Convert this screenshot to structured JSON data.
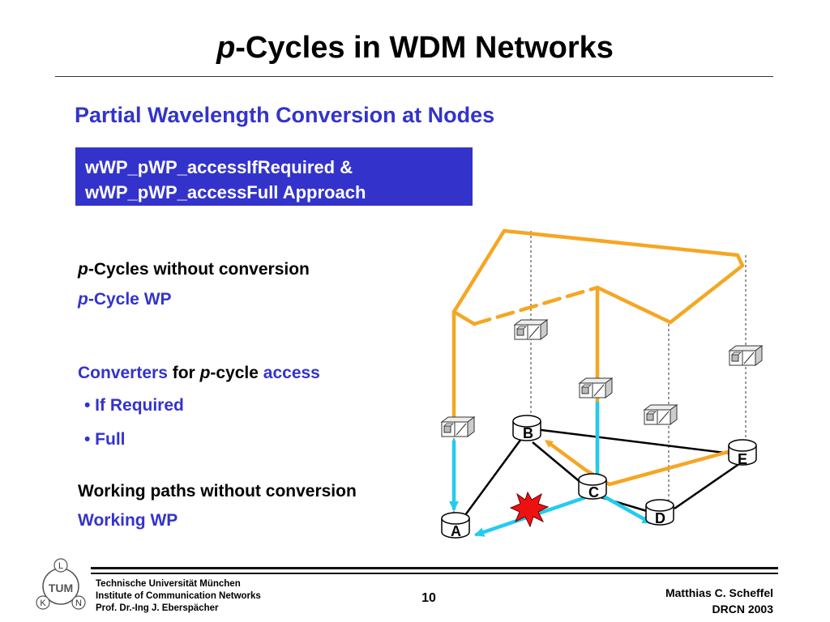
{
  "slide": {
    "title_italic": "p",
    "title_rest": "-Cycles in WDM Networks",
    "subtitle": "Partial Wavelength Conversion at Nodes",
    "box_line1": "wWP_pWP_accessIfRequired &",
    "box_line2": "wWP_pWP_accessFull Approach"
  },
  "left_text": {
    "line1_italic": "p",
    "line1_rest": "-Cycles without conversion",
    "line2_italic": "p",
    "line2_rest": "-Cycle WP",
    "line3_a": "Converters",
    "line3_b": " for ",
    "line3_c": "p",
    "line3_d": "-cycle ",
    "line3_e": "access",
    "bullet1": "• If Required",
    "bullet2": "• Full",
    "line4": "Working paths without conversion",
    "line5": "Working WP"
  },
  "diagram": {
    "nodes": [
      {
        "id": "A",
        "label": "A"
      },
      {
        "id": "B",
        "label": "B"
      },
      {
        "id": "C",
        "label": "C"
      },
      {
        "id": "D",
        "label": "D"
      },
      {
        "id": "E",
        "label": "E"
      }
    ],
    "colors": {
      "pcycle": "#f5a623",
      "working": "#22ccee",
      "link": "#000000",
      "failure": "#ee1111"
    }
  },
  "footer": {
    "logo_letters": [
      "L",
      "K",
      "N"
    ],
    "logo_mark": "TUM",
    "inst1": "Technische Universität München",
    "inst2": "Institute of Communication Networks",
    "inst3": "Prof. Dr.-Ing J. Eberspächer",
    "page": "10",
    "author": "Matthias C. Scheffel",
    "conf": "DRCN 2003"
  }
}
